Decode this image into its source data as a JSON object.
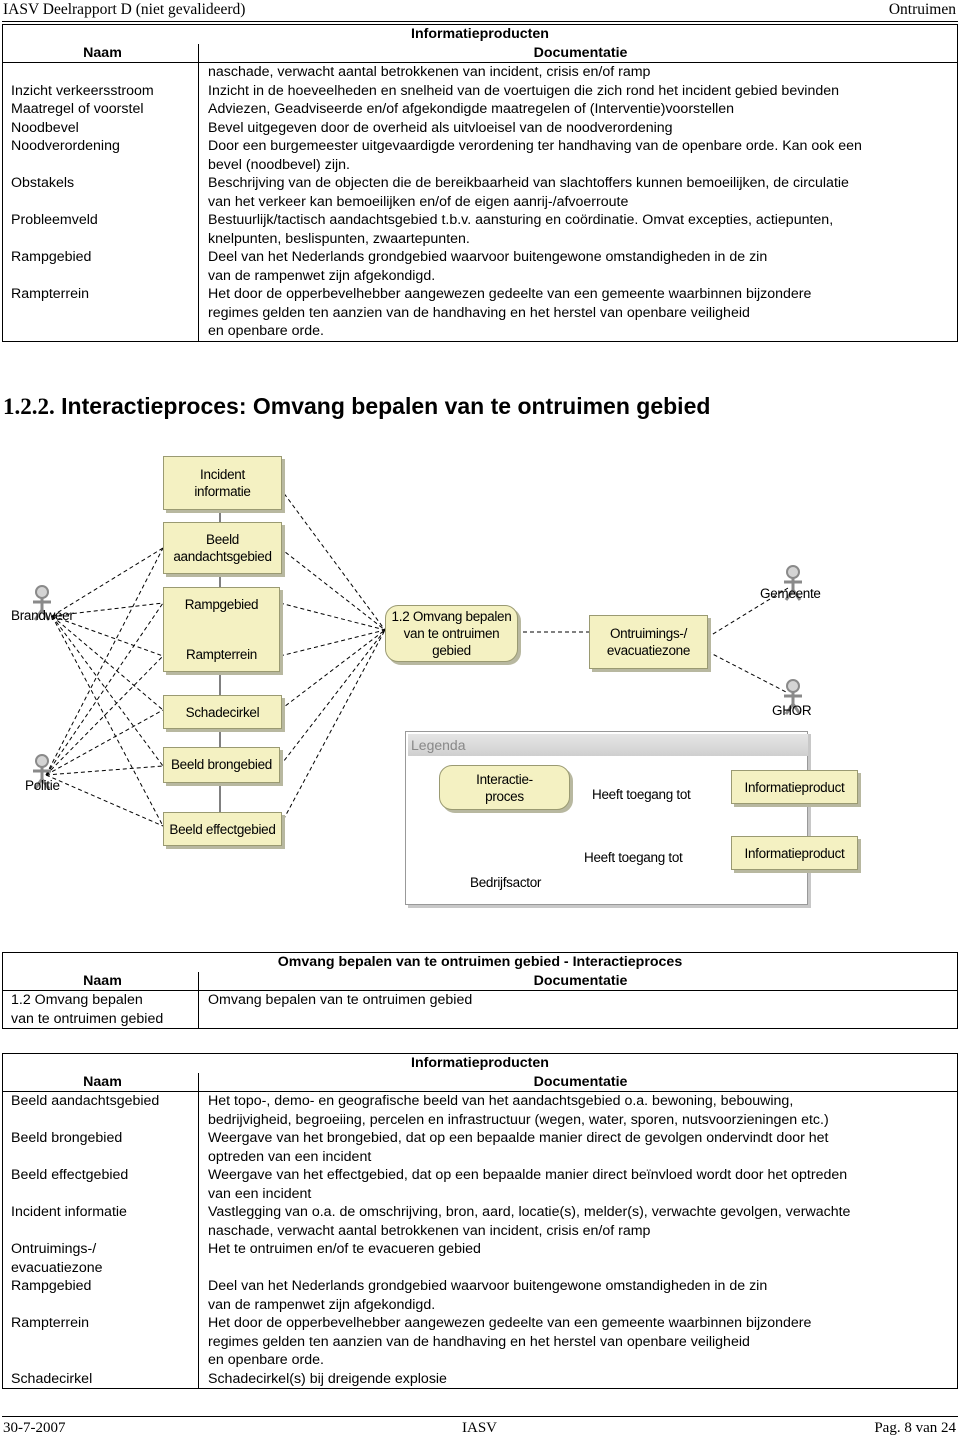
{
  "header": {
    "left": "IASV Deelrapport D (niet gevalideerd)",
    "right": "Ontruimen"
  },
  "table1": {
    "title": "Informatieproducten",
    "col_name": "Naam",
    "col_doc": "Documentatie",
    "continued": "naschade, verwacht aantal betrokkenen van incident, crisis en/of ramp",
    "rows": [
      {
        "name": "Inzicht verkeersstroom",
        "doc": [
          "Inzicht in de hoeveelheden en snelheid van de voertuigen die zich rond het incident gebied bevinden"
        ]
      },
      {
        "name": "Maatregel of voorstel",
        "doc": [
          "Adviezen, Geadviseerde en/of afgekondigde maatregelen of (Interventie)voorstellen"
        ]
      },
      {
        "name": "Noodbevel",
        "doc": [
          "Bevel uitgegeven door de overheid als uitvloeisel van de noodverordening"
        ]
      },
      {
        "name": "Noodverordening",
        "doc": [
          "Door een burgemeester uitgevaardigde verordening ter handhaving van de openbare orde. Kan ook een",
          "bevel (noodbevel) zijn."
        ]
      },
      {
        "name": "Obstakels",
        "doc": [
          "Beschrijving van de objecten die de bereikbaarheid van slachtoffers kunnen bemoeilijken, de circulatie",
          "van het verkeer kan bemoeilijken en/of de eigen aanrij-/afvoerroute"
        ]
      },
      {
        "name": "Probleemveld",
        "doc": [
          "Bestuurlijk/tactisch aandachtsgebied t.b.v. aansturing en coördinatie. Omvat excepties, actiepunten,",
          "knelpunten, beslispunten, zwaartepunten."
        ]
      },
      {
        "name": "Rampgebied",
        "doc": [
          "Deel van het Nederlands grondgebied waarvoor buitengewone omstandigheden in de zin",
          "van de rampenwet zijn afgekondigd."
        ]
      },
      {
        "name": "Rampterrein",
        "doc": [
          "Het door de opperbevelhebber aangewezen gedeelte van een gemeente waarbinnen bijzondere",
          "regimes gelden ten aanzien van de handhaving en het herstel van openbare veiligheid",
          "en openbare orde."
        ]
      }
    ]
  },
  "section": {
    "number": "1.2.2.",
    "title": "Interactieproces: Omvang bepalen van te ontruimen gebied"
  },
  "diagram": {
    "boxes": {
      "incident": [
        "Incident",
        "informatie"
      ],
      "aandacht": [
        "Beeld",
        "aandachtsgebied"
      ],
      "rampgebied": "Rampgebied",
      "rampterrein": "Rampterrein",
      "process": [
        "1.2 Omvang bepalen",
        "van te ontruimen",
        "gebied"
      ],
      "evac": [
        "Ontruimings-/",
        "evacuatiezone"
      ],
      "schade": "Schadecirkel",
      "brong": "Beeld brongebied",
      "effect": "Beeld effectgebied"
    },
    "actors": {
      "brandweer": "Brandweer",
      "politie": "Politie",
      "gemeente": "Gemeente",
      "ghor": "GHOR"
    },
    "legend": {
      "title": "Legenda",
      "process": [
        "Interactie-",
        "proces"
      ],
      "access1": "Heeft toegang tot",
      "product1": "Informatieproduct",
      "actor": "Bedrijfsactor",
      "access2": "Heeft toegang tot",
      "product2": "Informatieproduct"
    }
  },
  "table2": {
    "title": "Omvang bepalen van te ontruimen gebied - Interactieproces",
    "col_name": "Naam",
    "col_doc": "Documentatie",
    "rows": [
      {
        "name": [
          "1.2 Omvang bepalen",
          "van te ontruimen gebied"
        ],
        "doc": [
          "Omvang bepalen van te ontruimen gebied"
        ]
      }
    ]
  },
  "table3": {
    "title": "Informatieproducten",
    "col_name": "Naam",
    "col_doc": "Documentatie",
    "rows": [
      {
        "name": [
          "Beeld aandachtsgebied"
        ],
        "doc": [
          "Het topo-, demo- en geografische beeld van het aandachtsgebied o.a. bewoning, bebouwing,",
          "bedrijvigheid, begroeiing, percelen en infrastructuur (wegen, water, sporen, nutsvoorzieningen etc.)"
        ]
      },
      {
        "name": [
          "Beeld brongebied"
        ],
        "doc": [
          "Weergave van het brongebied, dat op een bepaalde manier direct de gevolgen ondervindt door het",
          "optreden van een incident"
        ]
      },
      {
        "name": [
          "Beeld effectgebied"
        ],
        "doc": [
          "Weergave van het effectgebied, dat op een bepaalde manier direct beïnvloed wordt door het optreden",
          "van een incident"
        ]
      },
      {
        "name": [
          "Incident informatie"
        ],
        "doc": [
          "Vastlegging van o.a. de omschrijving, bron, aard, locatie(s), melder(s), verwachte gevolgen, verwachte",
          "naschade, verwacht aantal betrokkenen van incident, crisis en/of ramp"
        ]
      },
      {
        "name": [
          "Ontruimings-/",
          "evacuatiezone"
        ],
        "doc": [
          "Het te ontruimen en/of te evacueren gebied"
        ]
      },
      {
        "name": [
          "Rampgebied"
        ],
        "doc": [
          "Deel van het Nederlands grondgebied waarvoor buitengewone omstandigheden in de zin",
          "van de rampenwet zijn afgekondigd."
        ]
      },
      {
        "name": [
          "Rampterrein"
        ],
        "doc": [
          "Het door de opperbevelhebber aangewezen gedeelte van een gemeente waarbinnen bijzondere",
          "regimes gelden ten aanzien van de handhaving en het herstel van openbare veiligheid",
          "en openbare orde."
        ]
      },
      {
        "name": [
          "Schadecirkel"
        ],
        "doc": [
          "Schadecirkel(s) bij dreigende explosie"
        ]
      }
    ]
  },
  "footer": {
    "date": "30-7-2007",
    "center": "IASV",
    "page": "Pag. 8 van 24"
  }
}
